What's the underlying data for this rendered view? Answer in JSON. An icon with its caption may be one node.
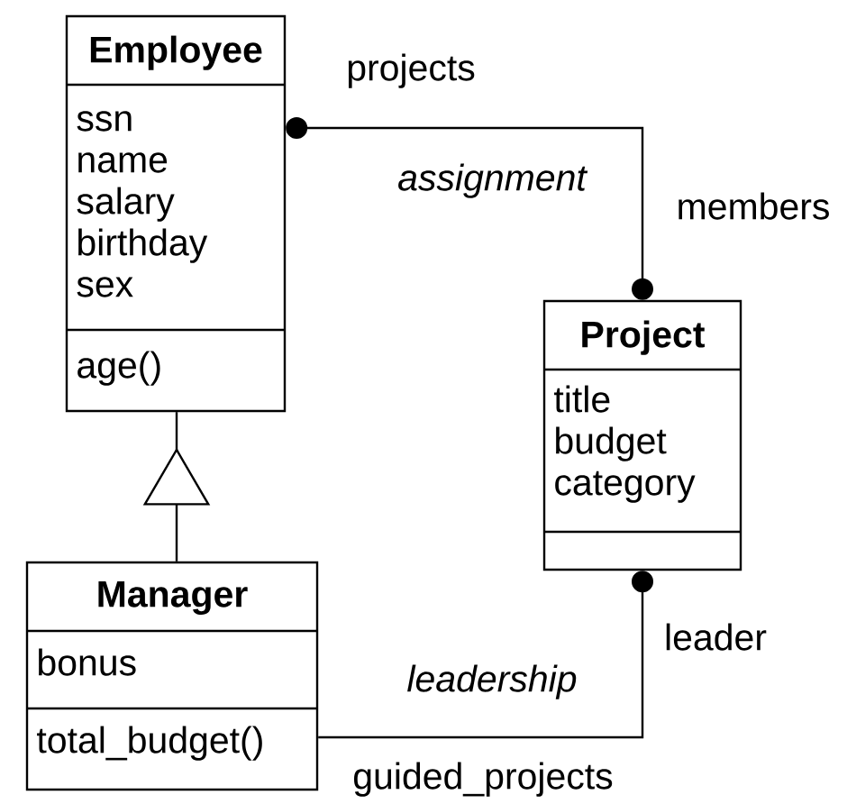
{
  "diagram": {
    "nodes": [
      {
        "text": [
          "Employee",
          "ssn",
          "name",
          "salary",
          "birthday",
          "sex",
          "age()"
        ]
      },
      {
        "text": [
          "Project",
          "title",
          "budget",
          "category"
        ]
      },
      {
        "text": [
          "Manager",
          "bonus",
          "total_budget()"
        ]
      }
    ],
    "edges": [
      {
        "from": 2,
        "to": 0,
        "arrow": "to"
      },
      {
        "from": 0,
        "to": 1,
        "arrow": "other",
        "label": "assignment"
      },
      {
        "from": 2,
        "to": 1,
        "arrow": "other",
        "label": "leadership"
      }
    ],
    "labels": [
      "projects",
      "members",
      "leader",
      "guided_projects"
    ]
  }
}
